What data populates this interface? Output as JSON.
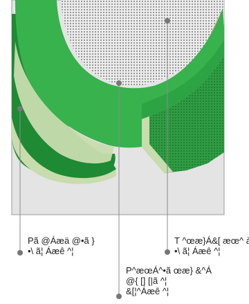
{
  "colors": {
    "background": "#e3e3e3",
    "panel_border": "#9a9a9a",
    "green_light": "#37b24d",
    "green_dark": "#1e8a33",
    "stripe_light": "#c8dcae",
    "dotted_bg": "#9a9a9a",
    "leader_line": "#8a8a8a",
    "leader_dot": "#777777",
    "pink_edge": "#e7a198",
    "cream_edge": "#f2ecc6"
  },
  "labels": {
    "label_1": {
      "line1": "Pã @Áæä @•ã }",
      "line2": "•\\ ã¦ Áæê ^¦"
    },
    "label_2": {
      "line1": "T ^œæ}Á&[ æœ^ à",
      "line2": "•\\ ã¦ Áæê ^¦"
    },
    "label_3": {
      "line1": "P^æœÁ^•ã œæ} &^Á",
      "line2": "@{ [] [|ã ^¦",
      "line3": "&[¦^Áæê ^¦"
    }
  }
}
